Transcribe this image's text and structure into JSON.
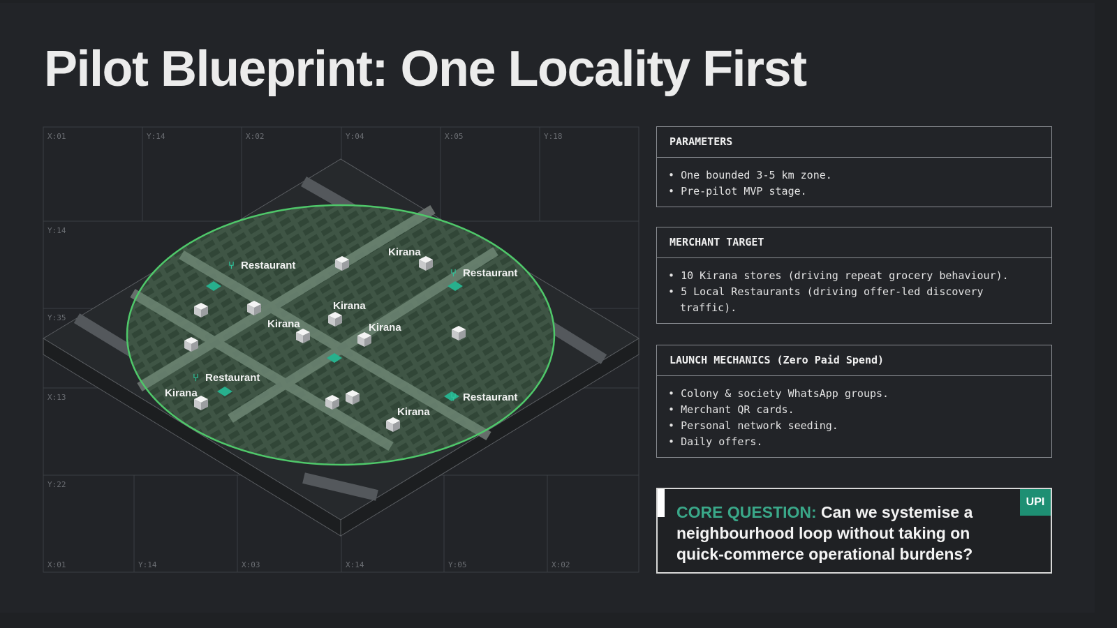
{
  "title": "Pilot Blueprint: One Locality First",
  "grid_labels": {
    "top": [
      "X:01",
      "Y:14",
      "X:02",
      "Y:04",
      "X:05",
      "Y:18"
    ],
    "left": [
      "Y:14",
      "Y:35",
      "X:13",
      "Y:22"
    ],
    "bottom": [
      "X:01",
      "Y:14",
      "X:03",
      "X:14",
      "Y:05",
      "X:02"
    ]
  },
  "map_labels": {
    "kirana": "Kirana",
    "restaurant": "Restaurant"
  },
  "parameters": {
    "heading": "PARAMETERS",
    "items": [
      "One bounded 3-5 km zone.",
      "Pre-pilot MVP stage."
    ]
  },
  "merchant": {
    "heading": "MERCHANT TARGET",
    "items": [
      "10 Kirana stores (driving repeat grocery behaviour).",
      "5 Local Restaurants (driving offer-led discovery traffic)."
    ]
  },
  "launch": {
    "heading": "LAUNCH MECHANICS (Zero Paid Spend)",
    "items": [
      "Colony & society WhatsApp groups.",
      "Merchant QR cards.",
      "Personal network seeding.",
      "Daily offers."
    ]
  },
  "core": {
    "key": "CORE QUESTION:",
    "text": " Can we systemise a neighbourhood loop without taking on quick-commerce operational burdens?",
    "badge": "UPI"
  },
  "colors": {
    "accent": "#3aa889",
    "zone": "#4fc86a",
    "bg": "#222428"
  }
}
